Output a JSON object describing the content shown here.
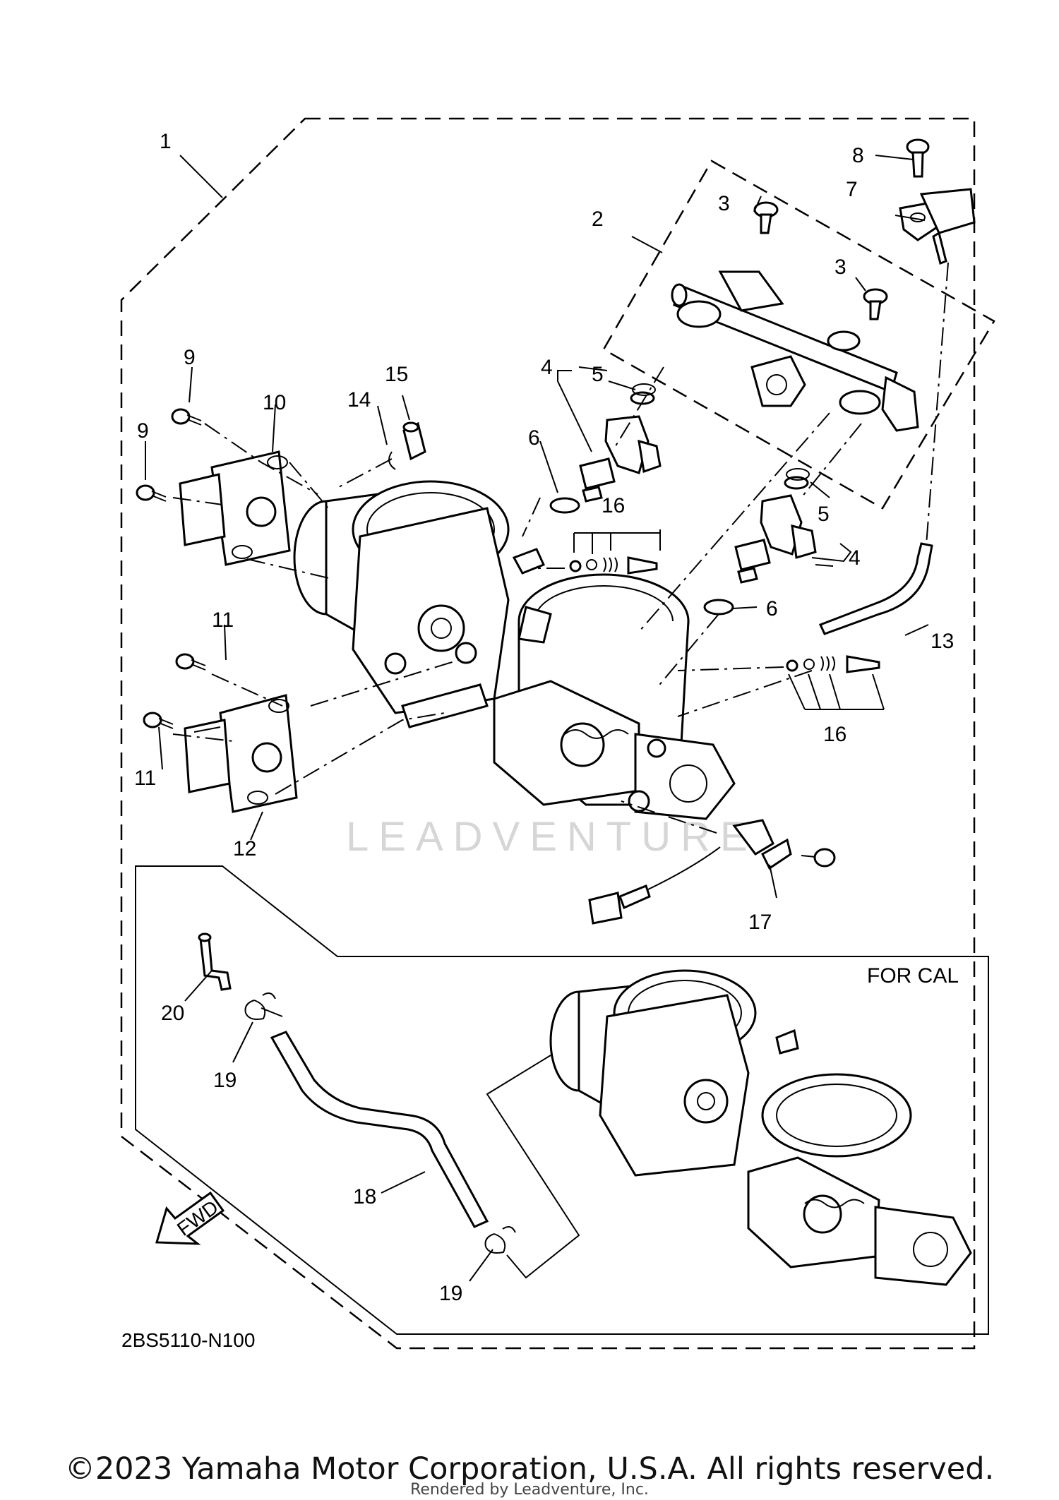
{
  "diagram": {
    "callouts": [
      "1",
      "2",
      "3",
      "3",
      "4",
      "4",
      "5",
      "5",
      "6",
      "6",
      "7",
      "8",
      "9",
      "9",
      "10",
      "11",
      "11",
      "12",
      "13",
      "14",
      "15",
      "16",
      "16",
      "17",
      "18",
      "19",
      "19",
      "20"
    ],
    "inset_note": "FOR CAL",
    "fwd_label": "FWD",
    "drawing_code": "2BS5110-N100",
    "watermark": "LEADVENTURE"
  },
  "footer": {
    "copyright": "©2023 Yamaha Motor Corporation, U.S.A. All rights reserved.",
    "rendered_by": "Rendered by Leadventure, Inc."
  }
}
